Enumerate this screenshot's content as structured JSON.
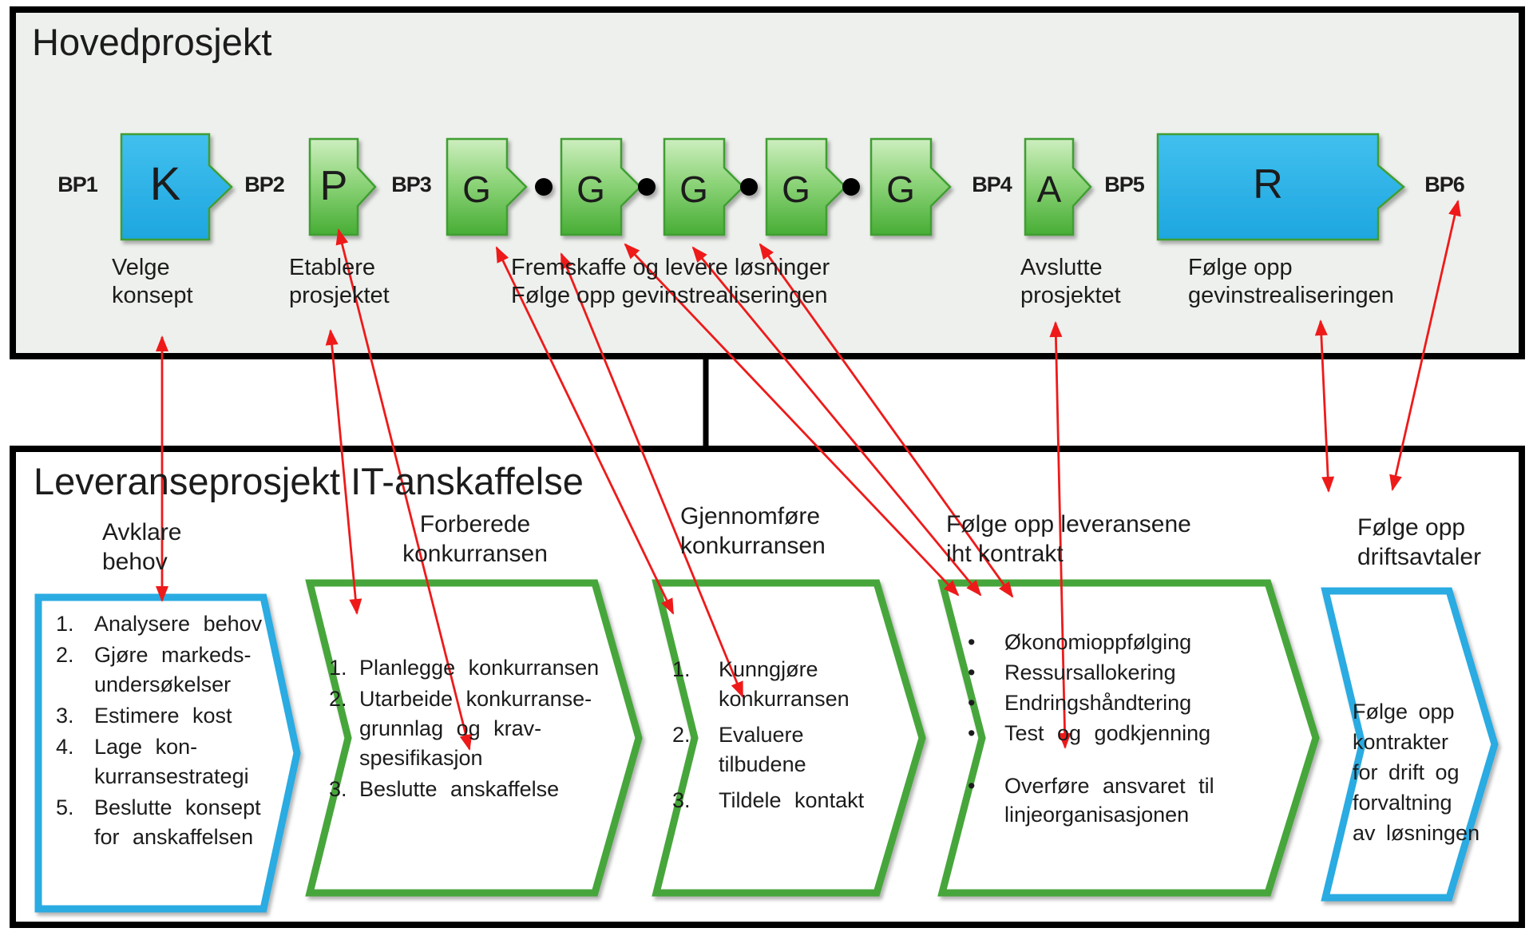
{
  "top": {
    "title": "Hovedprosjekt",
    "bp_labels": [
      "BP1",
      "BP2",
      "BP3",
      "BP4",
      "BP5",
      "BP6"
    ],
    "phase_letters": {
      "k": "K",
      "p": "P",
      "g1": "G",
      "g2": "G",
      "g3": "G",
      "g4": "G",
      "g5": "G",
      "a": "A",
      "r": "R"
    },
    "captions": {
      "velge": "Velge\nkonsept",
      "etablere": "Etablere\nprosjektet",
      "fremskaffe": "Fremskaffe og levere løsninger\nFølge opp gevinstrealiseringen",
      "avslutte": "Avslutte\nprosjektet",
      "folge": "Følge opp\ngevinstrealiseringen"
    }
  },
  "bottom": {
    "title": "Leveranseprosjekt IT-anskaffelse",
    "arrows": [
      {
        "header": "Avklare\nbehov",
        "items": [
          {
            "n": "1.",
            "text": "Analysere behov"
          },
          {
            "n": "2.",
            "text": "Gjøre markeds-\nundersøkelser"
          },
          {
            "n": "3.",
            "text": "Estimere kost"
          },
          {
            "n": "4.",
            "text": "Lage kon-\nkurransestrategi"
          },
          {
            "n": "5.",
            "text": "Beslutte konsept\nfor anskaffelsen"
          }
        ]
      },
      {
        "header": "Forberede\nkonkurransen",
        "items": [
          {
            "n": "1.",
            "text": "Planlegge konkurransen"
          },
          {
            "n": "2.",
            "text": "Utarbeide konkurranse-\ngrunnlag og krav-\nspesifikasjon"
          },
          {
            "n": "3.",
            "text": "Beslutte anskaffelse"
          }
        ]
      },
      {
        "header": "Gjennomføre\nkonkurransen",
        "items": [
          {
            "n": "1.",
            "text": "Kunngjøre\nkonkurransen"
          },
          {
            "n": "2.",
            "text": "Evaluere\ntilbudene"
          },
          {
            "n": "3.",
            "text": "Tildele kontakt"
          }
        ]
      },
      {
        "header": "Følge opp leveransene\niht kontrakt",
        "items": [
          {
            "n": "•",
            "text": "Økonomioppfølging"
          },
          {
            "n": "•",
            "text": "Ressursallokering"
          },
          {
            "n": "•",
            "text": "Endringshåndtering"
          },
          {
            "n": "•",
            "text": "Test og godkjenning"
          },
          {
            "n": "•",
            "text": "Overføre ansvaret til\nlinjeorganisasjonen"
          }
        ]
      },
      {
        "header": "Følge opp\ndriftsavtaler",
        "body": "Følge opp\nkontrakter\nfor drift og\nforvaltning\nav løsningen"
      }
    ]
  },
  "colors": {
    "box_bg": "#eef0ed",
    "green_shape_border": "#3f9e33",
    "green_arrow": "#46a63a",
    "blue_arrow": "#29abe2",
    "red_connector": "#ee1a1a",
    "dot": "#000000"
  }
}
